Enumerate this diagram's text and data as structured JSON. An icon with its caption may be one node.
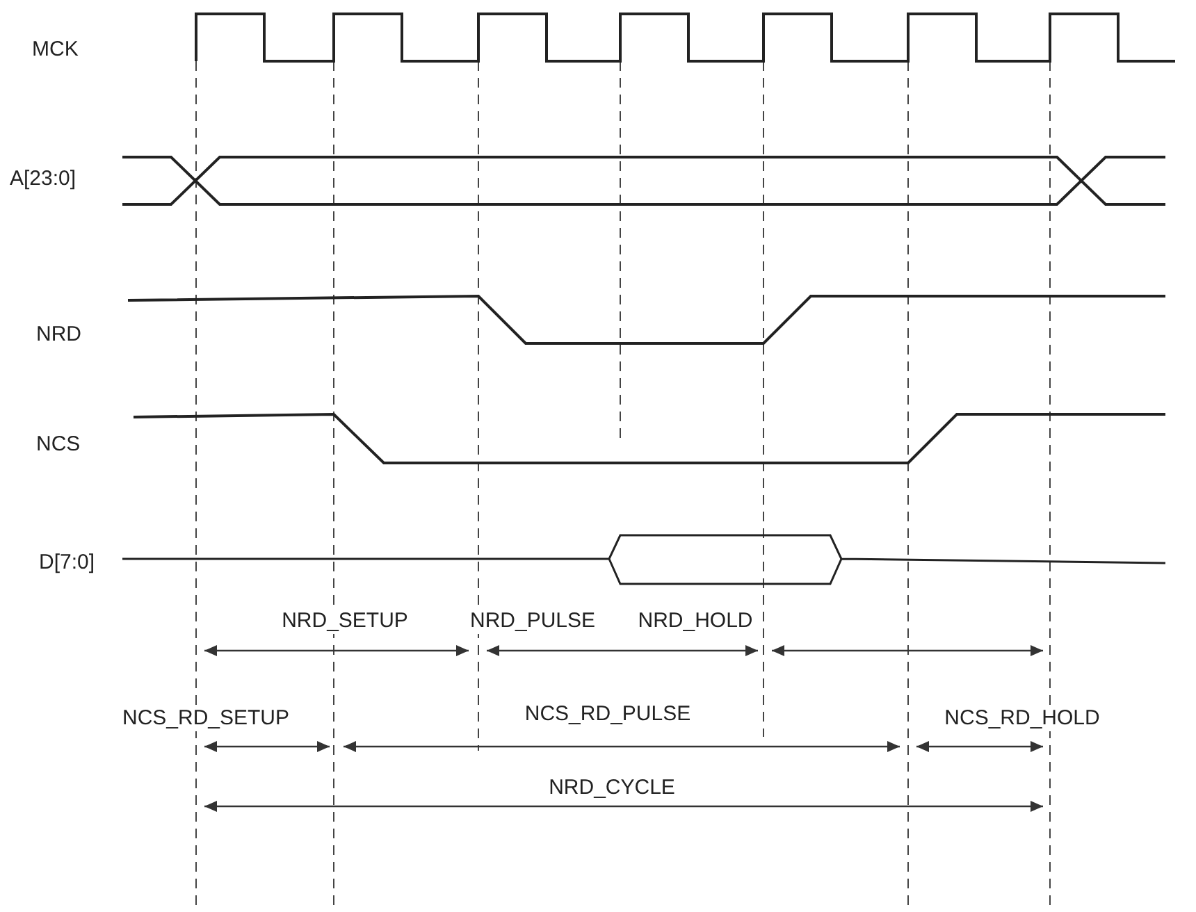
{
  "diagram": {
    "labels": [
      "MCK",
      "A[23:0]",
      "NRD",
      "NCS",
      "D[7:0]",
      "NRD_SETUP",
      "NRD_PULSE",
      "NRD_HOLD",
      "NCS_RD_SETUP",
      "NCS_RD_PULSE",
      "NCS_RD_HOLD",
      "NRD_CYCLE"
    ]
  }
}
